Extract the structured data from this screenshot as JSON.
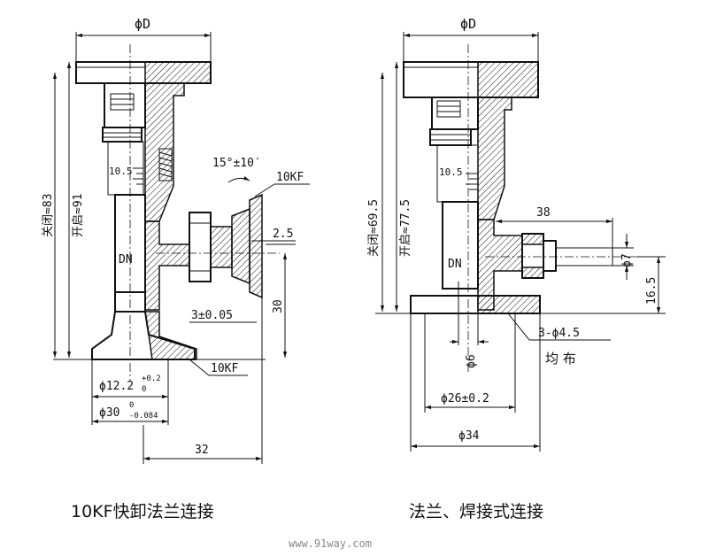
{
  "left_drawing": {
    "caption": "10KF快卸法兰连接",
    "dims": {
      "diameter_top": "ϕD",
      "close_height": "关闭≈83",
      "open_height": "开启≈91",
      "angle": "15°±10′",
      "flange_side": "10KF",
      "flange_bottom": "10KF",
      "dim_2_5": "2.5",
      "dim_30": "30",
      "dim_3": "3±0.05",
      "dn": "DN",
      "scale_num": "10.5",
      "phi12_main": "ϕ12.2",
      "phi12_upper": "+0.2",
      "phi12_lower": "0",
      "phi30_main": "ϕ30",
      "phi30_upper": "0",
      "phi30_lower": "-0.084",
      "dim_32": "32"
    }
  },
  "right_drawing": {
    "caption": "法兰、焊接式连接",
    "dims": {
      "diameter_top": "ϕD",
      "close_height": "关闭≈69.5",
      "open_height": "开启≈77.5",
      "dim_38": "38",
      "phi7": "ϕ7",
      "dim_16_5": "16.5",
      "dn": "DN",
      "scale_num": "10.5",
      "holes": "3-ϕ4.5",
      "holes_note": "均 布",
      "phi6": "ϕ6",
      "phi26": "ϕ26±0.2",
      "phi34": "ϕ34"
    }
  },
  "watermark": "www.91way.com"
}
